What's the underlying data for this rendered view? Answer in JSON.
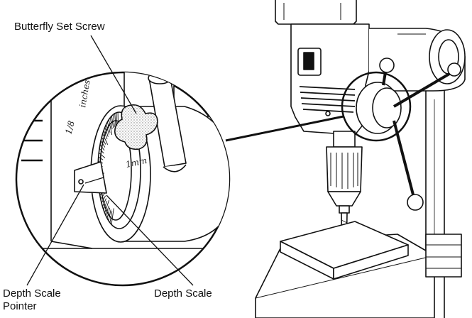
{
  "labels": {
    "butterfly_set_screw": "Butterfly Set Screw",
    "depth_scale_pointer_line1": "Depth Scale",
    "depth_scale_pointer_line2": "Pointer",
    "depth_scale": "Depth Scale"
  },
  "scale_markings": {
    "inches": "inches",
    "fraction": "1/8",
    "mm": "1mm"
  },
  "colors": {
    "ink": "#111111",
    "stipple": "#bdbdbd"
  }
}
